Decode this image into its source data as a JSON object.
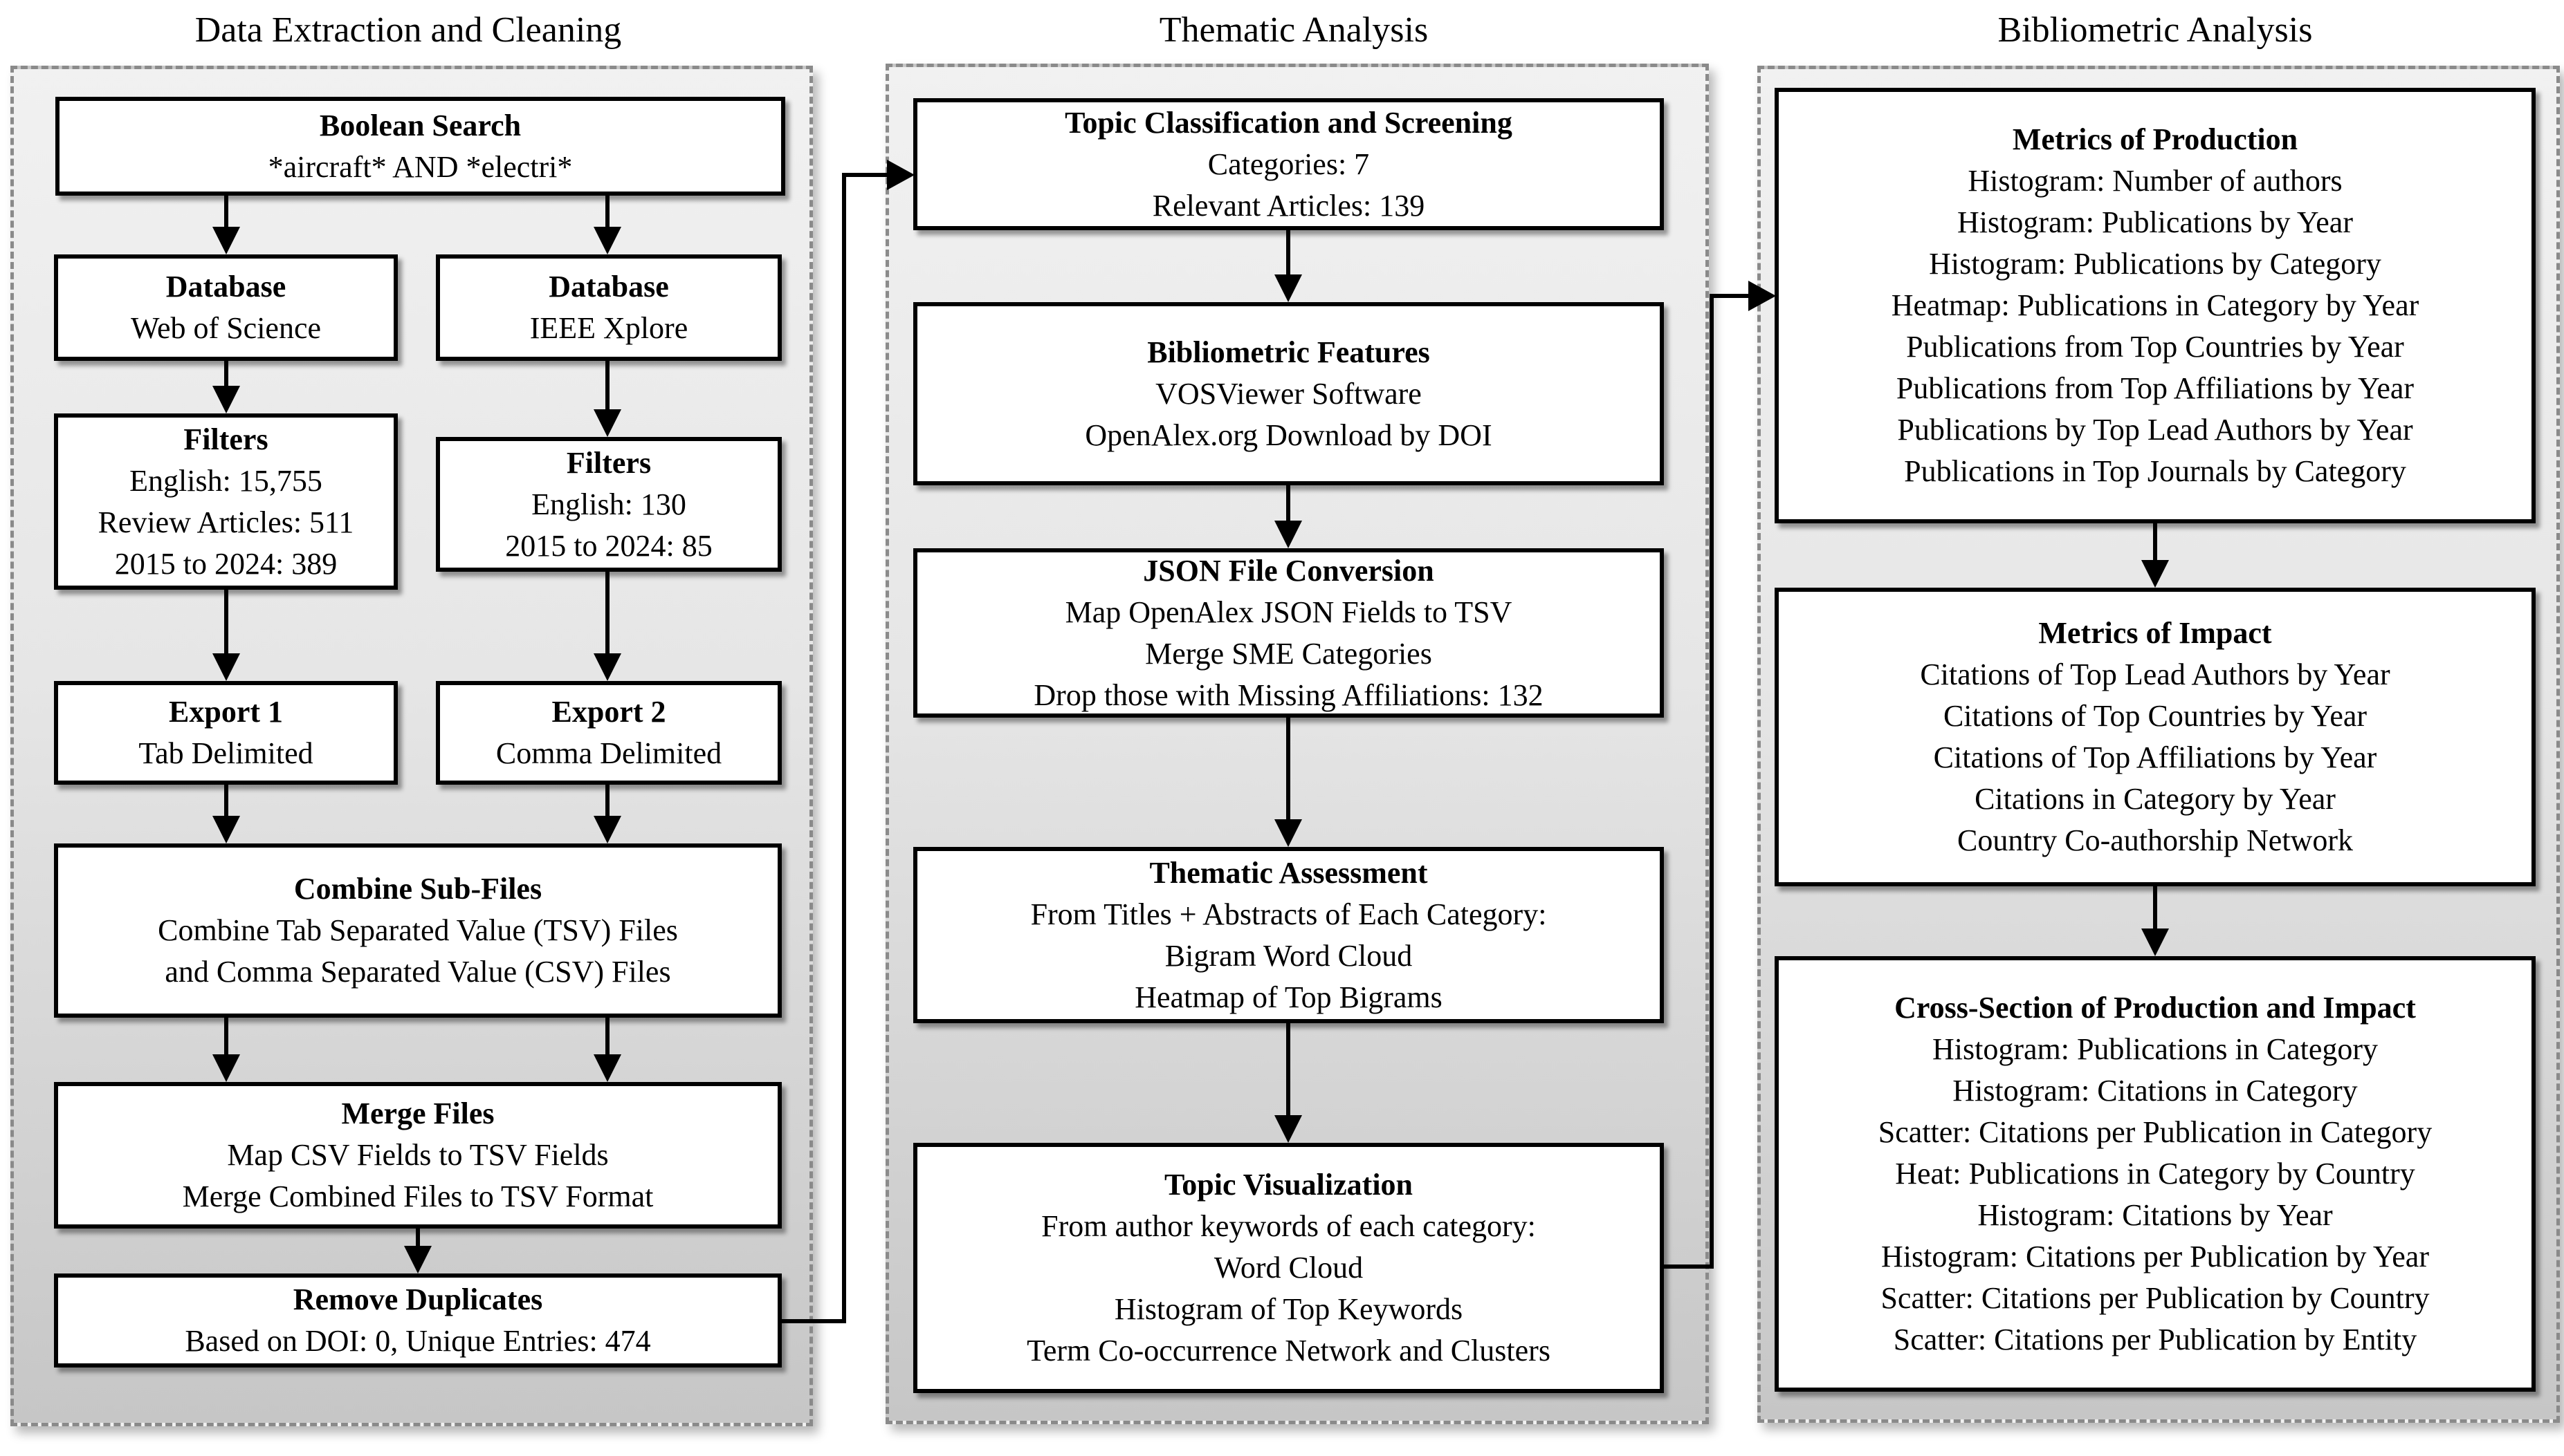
{
  "figure": {
    "type": "methodology-flowchart",
    "columns": {
      "left": {
        "title": "Data Extraction and Cleaning"
      },
      "middle": {
        "title": "Thematic Analysis"
      },
      "right": {
        "title": "Bibliometric Analysis"
      }
    }
  },
  "columns": {
    "left": {
      "title": "Data Extraction and Cleaning"
    },
    "middle": {
      "title": "Thematic Analysis"
    },
    "right": {
      "title": "Bibliometric Analysis"
    }
  },
  "boxes": {
    "boolean_search": {
      "title": "Boolean Search",
      "lines": [
        "*aircraft* AND *electri*"
      ]
    },
    "database_wos": {
      "title": "Database",
      "lines": [
        "Web of Science"
      ]
    },
    "database_ieee": {
      "title": "Database",
      "lines": [
        "IEEE Xplore"
      ]
    },
    "filters_wos": {
      "title": "Filters",
      "lines": [
        "English: 15,755",
        "Review Articles: 511",
        "2015 to 2024: 389"
      ]
    },
    "filters_ieee": {
      "title": "Filters",
      "lines": [
        "English: 130",
        "2015 to 2024: 85"
      ]
    },
    "export_1": {
      "title": "Export 1",
      "lines": [
        "Tab Delimited"
      ]
    },
    "export_2": {
      "title": "Export 2",
      "lines": [
        "Comma Delimited"
      ]
    },
    "combine_sub_files": {
      "title": "Combine Sub-Files",
      "lines": [
        "Combine Tab Separated Value (TSV) Files",
        "and Comma Separated Value (CSV) Files"
      ]
    },
    "merge_files": {
      "title": "Merge Files",
      "lines": [
        "Map CSV Fields to TSV Fields",
        "Merge Combined Files to TSV Format"
      ]
    },
    "remove_duplicates": {
      "title": "Remove Duplicates",
      "lines": [
        "Based on DOI: 0, Unique Entries: 474"
      ]
    },
    "topic_classification": {
      "title": "Topic Classification and Screening",
      "lines": [
        "Categories: 7",
        "Relevant Articles: 139"
      ]
    },
    "bibliometric_features": {
      "title": "Bibliometric Features",
      "lines": [
        "VOSViewer Software",
        "OpenAlex.org Download by DOI"
      ]
    },
    "json_file_conversion": {
      "title": "JSON File Conversion",
      "lines": [
        "Map OpenAlex JSON Fields to TSV",
        "Merge SME Categories",
        "Drop those with Missing Affiliations: 132"
      ]
    },
    "thematic_assessment": {
      "title": "Thematic Assessment",
      "lines": [
        "From Titles + Abstracts of Each Category:",
        "Bigram Word Cloud",
        "Heatmap of Top Bigrams"
      ]
    },
    "topic_visualization": {
      "title": "Topic Visualization",
      "lines": [
        "From author keywords of each category:",
        "Word Cloud",
        "Histogram of Top Keywords",
        "Term Co-occurrence Network and Clusters"
      ]
    },
    "metrics_of_production": {
      "title": "Metrics of Production",
      "lines": [
        "Histogram: Number of authors",
        "Histogram: Publications by Year",
        "Histogram: Publications by Category",
        "Heatmap: Publications in Category by Year",
        "Publications from Top Countries by Year",
        "Publications from Top Affiliations by Year",
        "Publications by Top Lead Authors by Year",
        "Publications in Top Journals by Category"
      ]
    },
    "metrics_of_impact": {
      "title": "Metrics of Impact",
      "lines": [
        "Citations of Top Lead Authors by Year",
        "Citations of Top Countries by Year",
        "Citations of Top Affiliations by Year",
        "Citations in Category by Year",
        "Country Co-authorship Network"
      ]
    },
    "cross_section": {
      "title": "Cross-Section of Production and Impact",
      "lines": [
        "Histogram: Publications in Category",
        "Histogram: Citations in Category",
        "Scatter: Citations per Publication in Category",
        "Heat: Publications in Category by Country",
        "Histogram: Citations by Year",
        "Histogram: Citations per Publication by Year",
        "Scatter: Citations per Publication by Country",
        "Scatter: Citations per Publication by Entity"
      ]
    }
  },
  "colors": {
    "box_border": "#000000",
    "dashed_border": "#8a8a8a",
    "panel_top": "#f1f1f1",
    "panel_bottom": "#c6c6c6",
    "text": "#000000"
  }
}
